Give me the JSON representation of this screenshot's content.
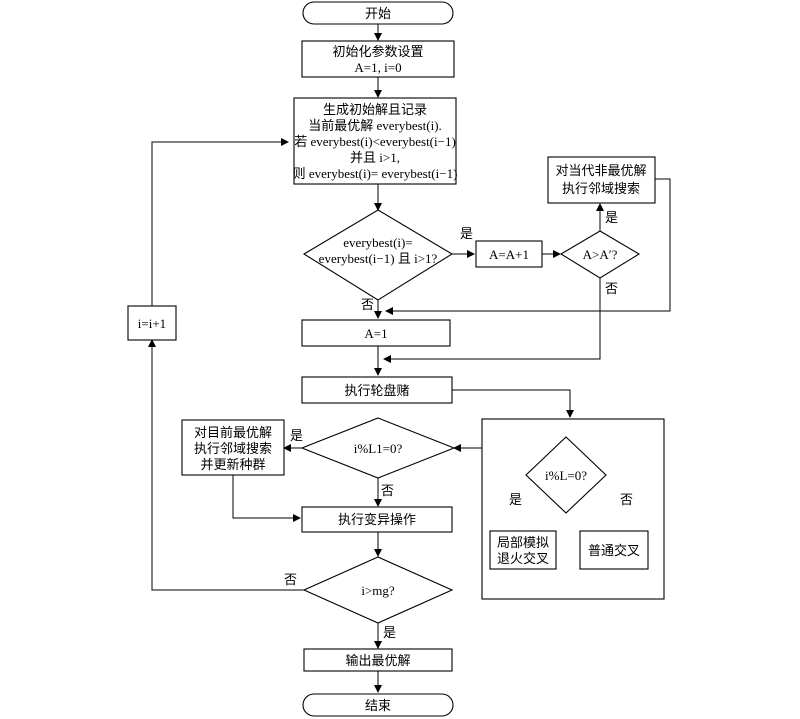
{
  "nodes": {
    "start": "开始",
    "init_l1": "初始化参数设置",
    "init_l2": "A=1, i=0",
    "gen_l1": "生成初始解且记录",
    "gen_l2": "当前最优解 everybest(i).",
    "gen_l3": "若 everybest(i)<everybest(i−1)",
    "gen_l4": "并且 i>1,",
    "gen_l5": "则 everybest(i)= everybest(i−1)",
    "cond1_l1": "everybest(i)=",
    "cond1_l2": "everybest(i−1) 且 i>1?",
    "a_inc": "A=A+1",
    "cond_a": "A>A′?",
    "neighbor_nonbest_l1": "对当代非最优解",
    "neighbor_nonbest_l2": "执行邻域搜索",
    "a_reset": "A=1",
    "roulette": "执行轮盘赌",
    "cond_l1": "i%L1=0?",
    "neighbor_best_l1": "对目前最优解",
    "neighbor_best_l2": "执行邻域搜索",
    "neighbor_best_l3": "并更新种群",
    "mutate": "执行变异操作",
    "cond_mg": "i>mg?",
    "output": "输出最优解",
    "end": "结束",
    "i_inc": "i=i+1",
    "cond_l": "i%L=0?",
    "sa_cross_l1": "局部模拟",
    "sa_cross_l2": "退火交叉",
    "normal_cross": "普通交叉"
  },
  "labels": {
    "yes": "是",
    "no": "否"
  }
}
